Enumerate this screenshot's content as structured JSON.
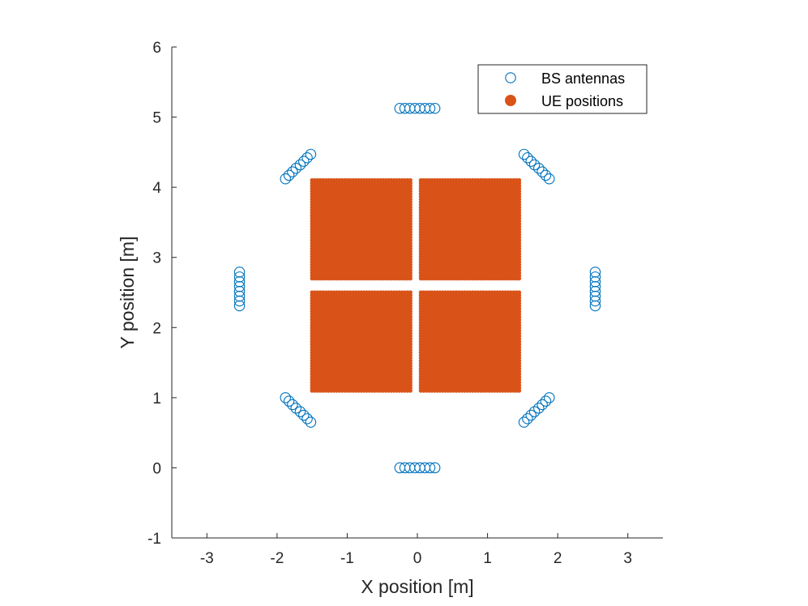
{
  "chart_data": {
    "type": "scatter",
    "title": "",
    "xlabel": "X position [m]",
    "ylabel": "Y position [m]",
    "xlim": [
      -3.5,
      3.5
    ],
    "ylim": [
      -1,
      6
    ],
    "xticks": [
      -3,
      -2,
      -1,
      0,
      1,
      2,
      3
    ],
    "yticks": [
      -1,
      0,
      1,
      2,
      3,
      4,
      5,
      6
    ],
    "grid": false,
    "legend_position": "top-right",
    "colors": {
      "bs": "#0072BD",
      "ue": "#D95319",
      "axis": "#262626"
    },
    "series": [
      {
        "name": "BS antennas",
        "marker": "open-circle",
        "points": [
          [
            -0.25,
            0
          ],
          [
            -0.1786,
            0
          ],
          [
            -0.1071,
            0
          ],
          [
            -0.0357,
            0
          ],
          [
            0.0357,
            0
          ],
          [
            0.1071,
            0
          ],
          [
            0.1786,
            0
          ],
          [
            0.25,
            0
          ],
          [
            -0.25,
            5.125
          ],
          [
            -0.1786,
            5.125
          ],
          [
            -0.1071,
            5.125
          ],
          [
            -0.0357,
            5.125
          ],
          [
            0.0357,
            5.125
          ],
          [
            0.1071,
            5.125
          ],
          [
            0.1786,
            5.125
          ],
          [
            0.25,
            5.125
          ],
          [
            -2.535,
            2.31
          ],
          [
            -2.535,
            2.3786
          ],
          [
            -2.535,
            2.4471
          ],
          [
            -2.535,
            2.5157
          ],
          [
            -2.535,
            2.5843
          ],
          [
            -2.535,
            2.6529
          ],
          [
            -2.535,
            2.7214
          ],
          [
            -2.535,
            2.79
          ],
          [
            2.535,
            2.31
          ],
          [
            2.535,
            2.3786
          ],
          [
            2.535,
            2.4471
          ],
          [
            2.535,
            2.5157
          ],
          [
            2.535,
            2.5843
          ],
          [
            2.535,
            2.6529
          ],
          [
            2.535,
            2.7214
          ],
          [
            2.535,
            2.79
          ],
          [
            -1.88,
            4.12
          ],
          [
            -1.83,
            4.17
          ],
          [
            -1.78,
            4.22
          ],
          [
            -1.73,
            4.27
          ],
          [
            -1.67,
            4.32
          ],
          [
            -1.62,
            4.37
          ],
          [
            -1.57,
            4.42
          ],
          [
            -1.52,
            4.47
          ],
          [
            1.52,
            4.47
          ],
          [
            1.57,
            4.42
          ],
          [
            1.62,
            4.37
          ],
          [
            1.67,
            4.32
          ],
          [
            1.73,
            4.27
          ],
          [
            1.78,
            4.22
          ],
          [
            1.83,
            4.17
          ],
          [
            1.88,
            4.12
          ],
          [
            -1.88,
            1.0
          ],
          [
            -1.83,
            0.95
          ],
          [
            -1.78,
            0.9
          ],
          [
            -1.73,
            0.85
          ],
          [
            -1.67,
            0.8
          ],
          [
            -1.62,
            0.75
          ],
          [
            -1.57,
            0.7
          ],
          [
            -1.52,
            0.65
          ],
          [
            1.52,
            0.65
          ],
          [
            1.57,
            0.7
          ],
          [
            1.62,
            0.75
          ],
          [
            1.67,
            0.8
          ],
          [
            1.73,
            0.85
          ],
          [
            1.78,
            0.9
          ],
          [
            1.83,
            0.95
          ],
          [
            1.88,
            1.0
          ]
        ]
      },
      {
        "name": "UE positions",
        "marker": "filled-circle",
        "regions": [
          {
            "xmin": -1.5,
            "xmax": -0.1,
            "ymin": 2.7,
            "ymax": 4.1
          },
          {
            "xmin": 0.05,
            "xmax": 1.45,
            "ymin": 2.7,
            "ymax": 4.1
          },
          {
            "xmin": -1.5,
            "xmax": -0.1,
            "ymin": 1.1,
            "ymax": 2.5
          },
          {
            "xmin": 0.05,
            "xmax": 1.45,
            "ymin": 1.1,
            "ymax": 2.5
          }
        ]
      }
    ]
  }
}
